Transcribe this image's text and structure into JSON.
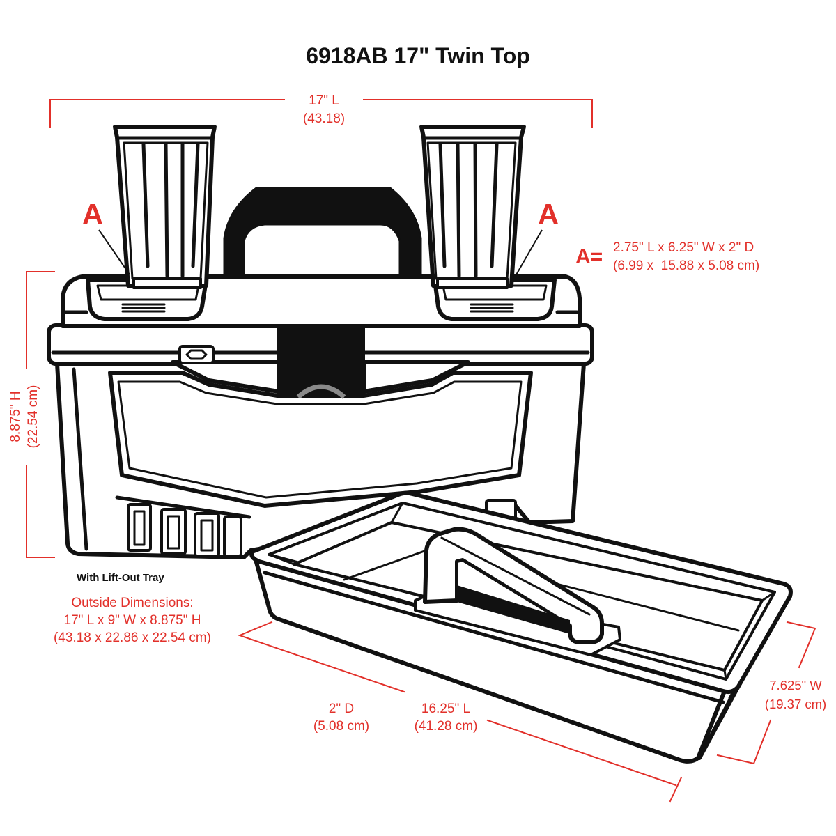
{
  "title": "6918AB 17\" Twin Top",
  "colors": {
    "accent": "#e2302a",
    "ink": "#111111",
    "latch_arc": "#8a8a8a"
  },
  "dimensions": {
    "length": {
      "label": "17\" L",
      "metric": "(43.18)"
    },
    "height": {
      "label": "8.875\" H",
      "metric": "(22.54 cm)"
    },
    "compartment": {
      "marker": "A",
      "key": "A=",
      "label": "2.75\" L x 6.25\" W x 2\" D",
      "metric": "(6.99 x  15.88 x 5.08 cm)"
    },
    "tray_depth": {
      "label": "2\" D",
      "metric": "(5.08 cm)"
    },
    "tray_length": {
      "label": "16.25\" L",
      "metric": "(41.28 cm)"
    },
    "tray_width": {
      "label": "7.625\" W",
      "metric": "(19.37 cm)"
    }
  },
  "tray_note": "With Lift-Out Tray",
  "outside": {
    "heading": "Outside Dimensions:",
    "imperial": "17\" L x 9\" W x 8.875\" H",
    "metric": "(43.18 x 22.86 x 22.54 cm)"
  }
}
